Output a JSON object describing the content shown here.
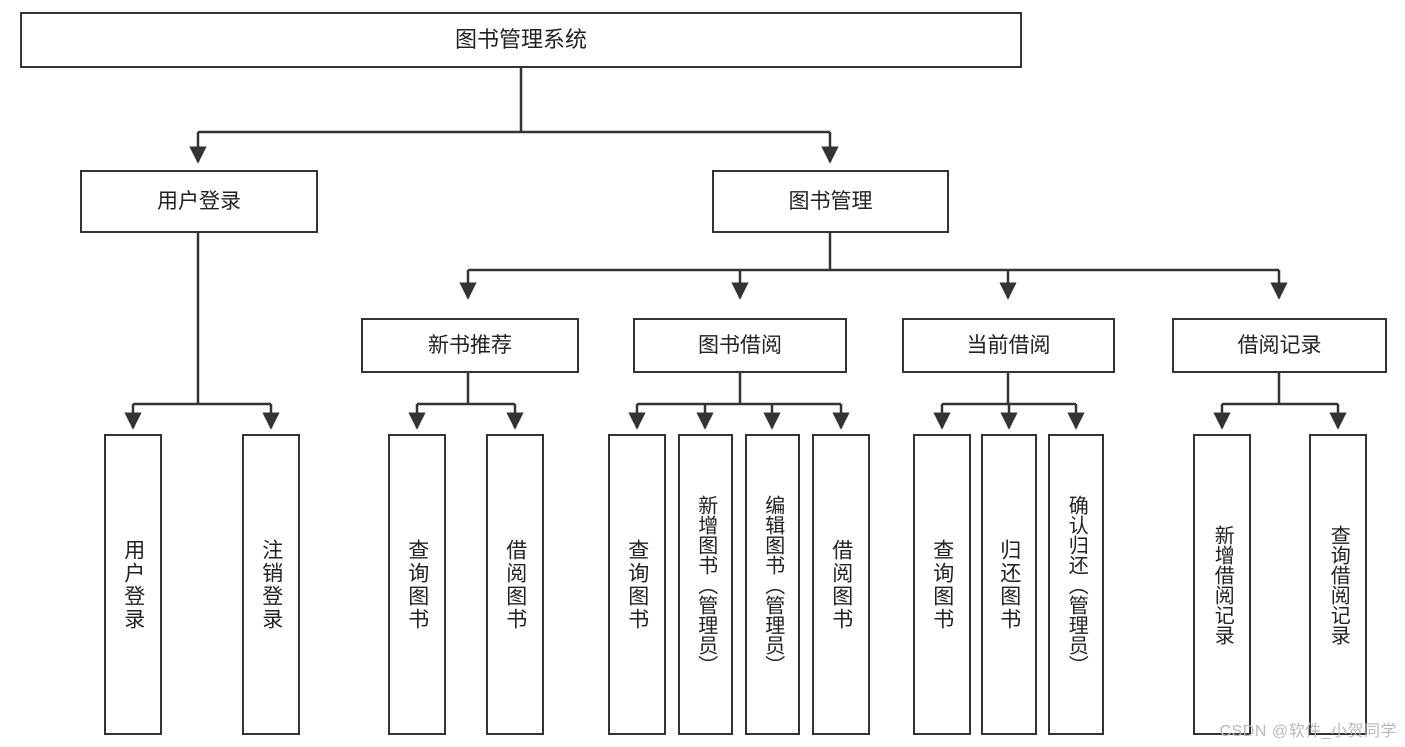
{
  "diagram": {
    "title": "图书管理系统",
    "type": "tree",
    "colors": {
      "box_border": "#333333",
      "box_fill": "#ffffff",
      "edge": "#333333",
      "text": "#222222",
      "watermark": "#b9b9b9"
    },
    "root": {
      "id": "root",
      "label": "图书管理系统",
      "orientation": "horizontal"
    },
    "level2": [
      {
        "id": "user-login",
        "label": "用户登录",
        "orientation": "horizontal"
      },
      {
        "id": "book-manage",
        "label": "图书管理",
        "orientation": "horizontal"
      }
    ],
    "level3": [
      {
        "id": "new-book-rec",
        "label": "新书推荐",
        "orientation": "horizontal",
        "parent": "book-manage"
      },
      {
        "id": "book-borrow",
        "label": "图书借阅",
        "orientation": "horizontal",
        "parent": "book-manage"
      },
      {
        "id": "current-borrow",
        "label": "当前借阅",
        "orientation": "horizontal",
        "parent": "book-manage"
      },
      {
        "id": "borrow-record",
        "label": "借阅记录",
        "orientation": "horizontal",
        "parent": "book-manage"
      }
    ],
    "leaves": [
      {
        "id": "leaf-user-login",
        "label": "用户登录",
        "parent": "user-login",
        "orientation": "vertical"
      },
      {
        "id": "leaf-user-logout",
        "label": "注销登录",
        "parent": "user-login",
        "orientation": "vertical"
      },
      {
        "id": "leaf-query-book-1",
        "label": "查询图书",
        "parent": "new-book-rec",
        "orientation": "vertical"
      },
      {
        "id": "leaf-borrow-book-1",
        "label": "借阅图书",
        "parent": "new-book-rec",
        "orientation": "vertical"
      },
      {
        "id": "leaf-query-book-2",
        "label": "查询图书",
        "parent": "book-borrow",
        "orientation": "vertical"
      },
      {
        "id": "leaf-add-book",
        "label": "新增图书（管理员）",
        "parent": "book-borrow",
        "orientation": "vertical"
      },
      {
        "id": "leaf-edit-book",
        "label": "编辑图书（管理员）",
        "parent": "book-borrow",
        "orientation": "vertical"
      },
      {
        "id": "leaf-borrow-book-2",
        "label": "借阅图书",
        "parent": "book-borrow",
        "orientation": "vertical"
      },
      {
        "id": "leaf-query-book-3",
        "label": "查询图书",
        "parent": "current-borrow",
        "orientation": "vertical"
      },
      {
        "id": "leaf-return-book",
        "label": "归还图书",
        "parent": "current-borrow",
        "orientation": "vertical"
      },
      {
        "id": "leaf-confirm-return",
        "label": "确认归还（管理员）",
        "parent": "current-borrow",
        "orientation": "vertical"
      },
      {
        "id": "leaf-add-record",
        "label": "新增借阅记录",
        "parent": "borrow-record",
        "orientation": "vertical"
      },
      {
        "id": "leaf-query-record",
        "label": "查询借阅记录",
        "parent": "borrow-record",
        "orientation": "vertical"
      }
    ]
  },
  "watermark": {
    "text": "CSDN @软件_小贺同学"
  }
}
